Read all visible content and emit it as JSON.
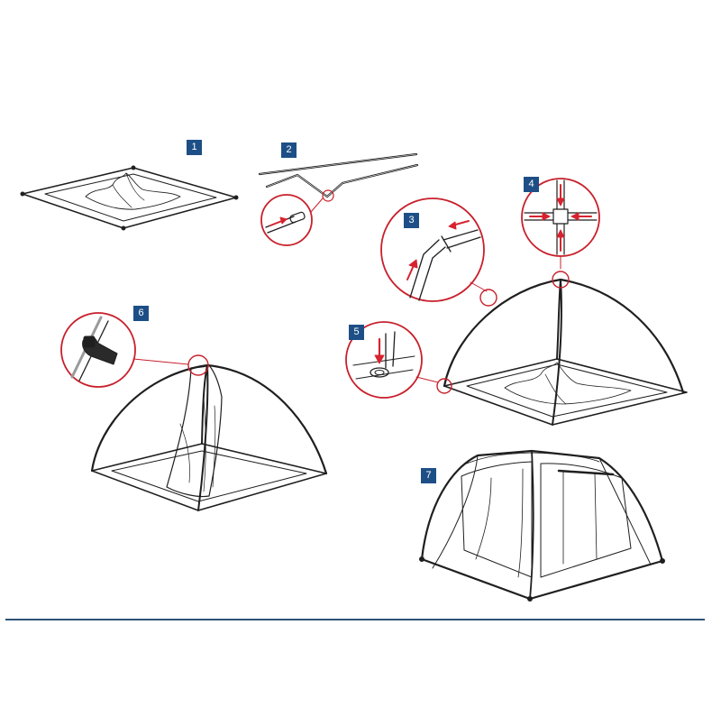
{
  "colors": {
    "badge": "#1d4f86",
    "arrow": "#d7232f",
    "callout": "#c8202c",
    "line": "#1f1f1f",
    "divider": "#2f5377"
  },
  "steps": [
    {
      "number": "1"
    },
    {
      "number": "2"
    },
    {
      "number": "3"
    },
    {
      "number": "4"
    },
    {
      "number": "5"
    },
    {
      "number": "6"
    },
    {
      "number": "7"
    }
  ]
}
